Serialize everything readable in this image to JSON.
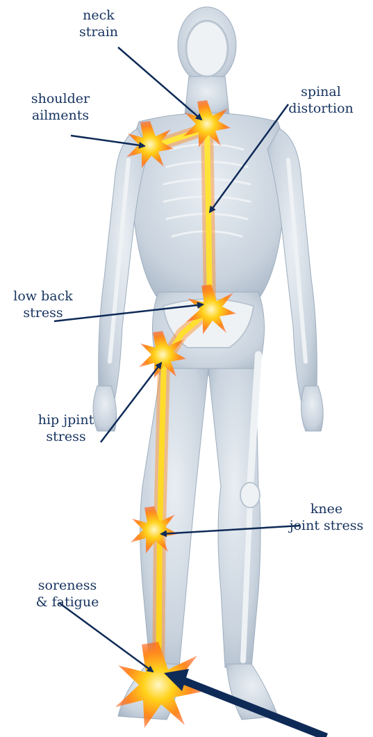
{
  "labels": {
    "neck": "neck\nstrain",
    "shoulder": "shoulder\nailments",
    "spinal": "spinal\ndistortion",
    "low_back": "low back\nstress",
    "hip": "hip jpint\nstress",
    "knee": "knee\njoint stress",
    "soreness": "soreness\n& fatigue"
  },
  "colors": {
    "label_text": "#16335f",
    "arrow": "#0e2a57",
    "body_fill": "#cfd8e2",
    "bone": "#f2f4f6",
    "glow": "#ffd21a",
    "burst": "#ff7a1a"
  }
}
